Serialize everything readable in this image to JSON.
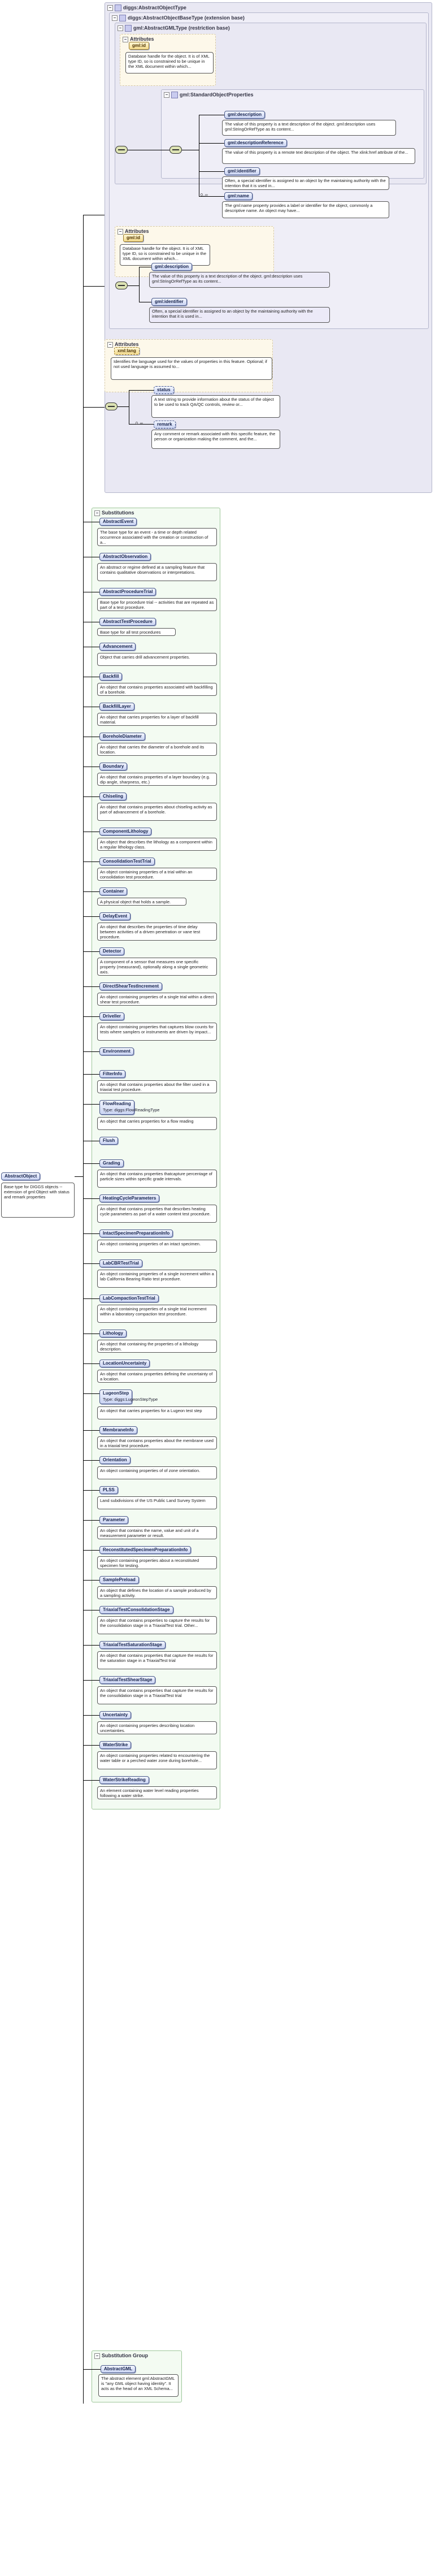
{
  "root": {
    "title": "diggs:AbstractObjectType",
    "extension_base": "diggs:AbstractObjectBaseType (extension base)",
    "restriction_base": "gml:AbstractGMLType (restriction base)",
    "gml_std_props": "gml:StandardObjectProperties",
    "attributes_label": "Attributes",
    "gml_id_attr": "gml:id",
    "gml_id_desc": "Database handle for the object. It is of XML type ID, so is constrained to be unique in the XML document within which...",
    "gml_description": "gml:description",
    "gml_description_desc": "The value of this property is a text description of the object. gml:description uses gml:StringOrRefType as its content...",
    "gml_description_ref": "gml:descriptionReference",
    "gml_description_ref_desc": "The value of this property is a remote text description of the object. The xlink:href attribute of the...",
    "gml_identifier": "gml:identifier",
    "gml_identifier_desc": "Often, a special identifier is assigned to an object by the maintaining authority with the intention that it is used in...",
    "gml_name": "gml:name",
    "gml_name_card": "0..∞",
    "gml_name_desc": "The gml:name property provides a label or identifier for the object, commonly a descriptive name. An object may have...",
    "attr2_label": "Attributes",
    "gml_id2_attr": "gml:id",
    "gml_id2_desc": "Database handle for the object. It is of XML type ID, so is constrained to be unique in the XML document within which...",
    "gml_description2": "gml:description",
    "gml_description2_desc": "The value of this property is a text description of the object. gml:description uses gml:StringOrRefType as its content...",
    "gml_identifier2": "gml:identifier",
    "gml_identifier2_desc": "Often, a special identifier is assigned to an object by the maintaining authority with the intention that it is used in...",
    "attr3_label": "Attributes",
    "xml_lang_attr": "xml:lang",
    "xml_lang_desc": "Identifies the language used for the values of properties in this feature. Optional; if not used language is assumed to...",
    "status": "status",
    "status_desc": "A text string to provide information about the status of the object to be used to track QA/QC controls, review or...",
    "remark": "remark",
    "remark_card": "0..∞",
    "remark_desc": "Any comment or remark associated with this specific feature, the person or organization making the comment, and the..."
  },
  "left_element": {
    "name": "AbstractObject",
    "desc": "Base type for DIGGS objects -- extension of gml:Object with status and remark properties"
  },
  "substitutions": {
    "title": "Substitutions",
    "items": [
      {
        "name": "AbstractEvent",
        "desc": "The base type for an event - a time or depth related occurrence associated with the creation or construction of a..."
      },
      {
        "name": "AbstractObservation",
        "desc": "An abstract or regime defined at a sampling feature that contains qualitative observations or interpretations."
      },
      {
        "name": "AbstractProcedureTrial",
        "desc": "Base type for procedure trial -- activities that are repeated as part of a test procedure."
      },
      {
        "name": "AbstractTestProcedure",
        "desc": "Base type for all test procedures"
      },
      {
        "name": "Advancement",
        "desc": "Object that carries drill advancement properties."
      },
      {
        "name": "Backfill",
        "desc": "An object that contains properties associated with backfilling of a borehole."
      },
      {
        "name": "BackfillLayer",
        "desc": "An object that carries properties for a layer of backfill material."
      },
      {
        "name": "BoreholeDiameter",
        "desc": "An object that carries the diameter of a borehole and its location."
      },
      {
        "name": "Boundary",
        "desc": "An object that contains properties of a layer boundary (e.g. dip angle, sharpness, etc.)"
      },
      {
        "name": "Chiseling",
        "desc": "An object that contains properties about chiseling activity as part of advancement of a borehole."
      },
      {
        "name": "ComponentLithology",
        "desc": "An object that describes the lithology as a component within a regular lithology class."
      },
      {
        "name": "ConsolidationTestTrial",
        "desc": "An object containing properties of a trial within an consolidation test procedure."
      },
      {
        "name": "Container",
        "desc": "A physical object that holds a sample."
      },
      {
        "name": "DelayEvent",
        "desc": "An object that describes the properties of time delay between activities of a driven penetration or vane test procedure."
      },
      {
        "name": "Detector",
        "desc": "A component of a sensor that measures one specific property (measurand), optionally along a single geometric axis."
      },
      {
        "name": "DirectShearTestIncrement",
        "desc": "An object containing properties of a single trial within a direct shear test procedure."
      },
      {
        "name": "Driveller",
        "desc": "An object containing properties that captures blow counts for tests where samplers or instruments are driven by impact..."
      },
      {
        "name": "Environment",
        "desc": ""
      },
      {
        "name": "FilterInfo",
        "desc": "An object that contains properties about the filter used in a triaxial test procedure."
      },
      {
        "name": "FlowReading",
        "type": "diggs:FlowReadingType",
        "desc": "An object that carries properties for a flow reading"
      },
      {
        "name": "Flush",
        "desc": ""
      },
      {
        "name": "Grading",
        "desc": "An object that contains properties thatcapture percentage of particle sizes within specific grade intervals."
      },
      {
        "name": "HeatingCycleParameters",
        "desc": "An object that contains properties that describes heating cycle parameters as part of a water content test procedure."
      },
      {
        "name": "IntactSpecimenPreparationInfo",
        "desc": "An object containing properties of an intact specimen."
      },
      {
        "name": "LabCBRTestTrial",
        "desc": "An object containing properties of a single increment within a lab California Bearing Ratio test procedure."
      },
      {
        "name": "LabCompactionTestTrial",
        "desc": "An object containing properties of a single trial increment within a laboratory compaction test procedure."
      },
      {
        "name": "Lithology",
        "desc": "An object that containing the properties of a lithology description."
      },
      {
        "name": "LocationUncertainty",
        "desc": "An object that contains properties defining the uncertainty of a location."
      },
      {
        "name": "LugeonStep",
        "type": "diggs:LugeonStepType",
        "desc": "An object that carries properties for a Lugeon test step"
      },
      {
        "name": "MembraneInfo",
        "desc": "An object that contains properties about the membrane used in a triaxial test procedure."
      },
      {
        "name": "Orientation",
        "desc": "An object containing properties of of zone orientation."
      },
      {
        "name": "PLSS",
        "desc": "Land subdivisions of the US Public Land Survey System"
      },
      {
        "name": "Parameter",
        "desc": "An object that contains the name, value and unit of a measurement parameter or result."
      },
      {
        "name": "ReconstitutedSpecimenPreparationInfo",
        "desc": "An object containing properties about a reconstituted specimen for testing."
      },
      {
        "name": "SamplePreload",
        "desc": "An object that defines the location of a sample produced by a sampling activity."
      },
      {
        "name": "TriaxialTestConsolidationStage",
        "desc": "An object that contains properties to capture the results for the consolidation stage in a TriaxialTest trial. Other..."
      },
      {
        "name": "TriaxialTestSaturationStage",
        "desc": "An object that contains properties that capture the results for the saturation stage in a TriaxialTest trial"
      },
      {
        "name": "TriaxialTestShearStage",
        "desc": "An object that contains properties that capture the results for the consolidation stage in a TriaxialTest trial"
      },
      {
        "name": "Uncertainty",
        "desc": "An object containing properties describing location uncertainties."
      },
      {
        "name": "WaterStrike",
        "desc": "An object containing properties related to encountering the water table or a perched water zone during borehole..."
      },
      {
        "name": "WaterStrikeReading",
        "desc": "An element containing water level reading properties following a water strike."
      }
    ]
  },
  "substitution_group": {
    "title": "Substitution Group",
    "name": "AbstractGML",
    "desc": "The abstract element gml:AbstractGML is \"any GML object having identity\". It acts as the head of an XML Schema..."
  }
}
